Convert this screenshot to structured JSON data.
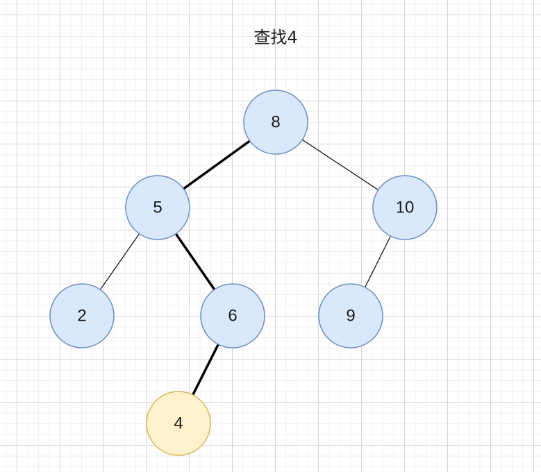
{
  "title": "查找4",
  "colors": {
    "node_fill": "#dae8fc",
    "node_stroke": "#6c8ebf",
    "highlight_fill": "#fff2cc",
    "highlight_stroke": "#d6b656",
    "edge": "#000000"
  },
  "tree": {
    "nodes": [
      {
        "id": "n8",
        "label": "8",
        "highlighted": false
      },
      {
        "id": "n5",
        "label": "5",
        "highlighted": false
      },
      {
        "id": "n10",
        "label": "10",
        "highlighted": false
      },
      {
        "id": "n2",
        "label": "2",
        "highlighted": false
      },
      {
        "id": "n6",
        "label": "6",
        "highlighted": false
      },
      {
        "id": "n9",
        "label": "9",
        "highlighted": false
      },
      {
        "id": "n4",
        "label": "4",
        "highlighted": true
      }
    ],
    "edges": [
      {
        "from": "n8",
        "to": "n5",
        "on_search_path": true
      },
      {
        "from": "n8",
        "to": "n10",
        "on_search_path": false
      },
      {
        "from": "n5",
        "to": "n2",
        "on_search_path": false
      },
      {
        "from": "n5",
        "to": "n6",
        "on_search_path": true
      },
      {
        "from": "n10",
        "to": "n9",
        "on_search_path": false
      },
      {
        "from": "n6",
        "to": "n4",
        "on_search_path": true
      }
    ]
  }
}
